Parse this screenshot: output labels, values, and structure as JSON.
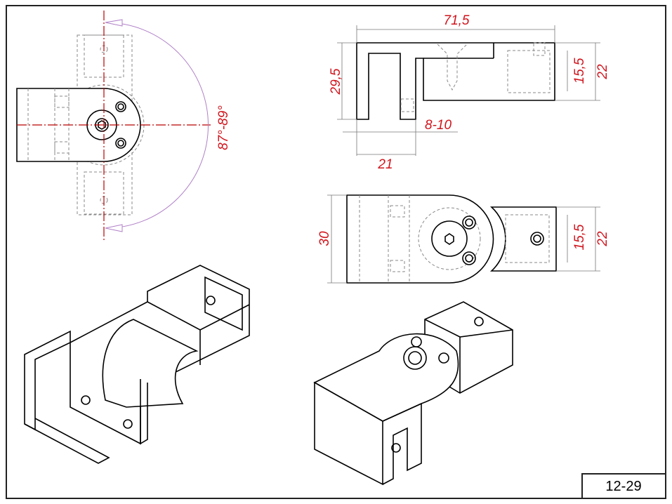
{
  "drawing": {
    "number": "12-29",
    "top_view": {
      "angle_label": "87°-89°"
    },
    "side_view": {
      "overall_length": "71,5",
      "height": "29,5",
      "tube_inner": "15,5",
      "tube_outer": "22",
      "clamp_gap": "8-10",
      "clamp_width": "21"
    },
    "plan_view": {
      "width": "30",
      "tube_inner": "15,5",
      "tube_outer": "22"
    }
  }
}
